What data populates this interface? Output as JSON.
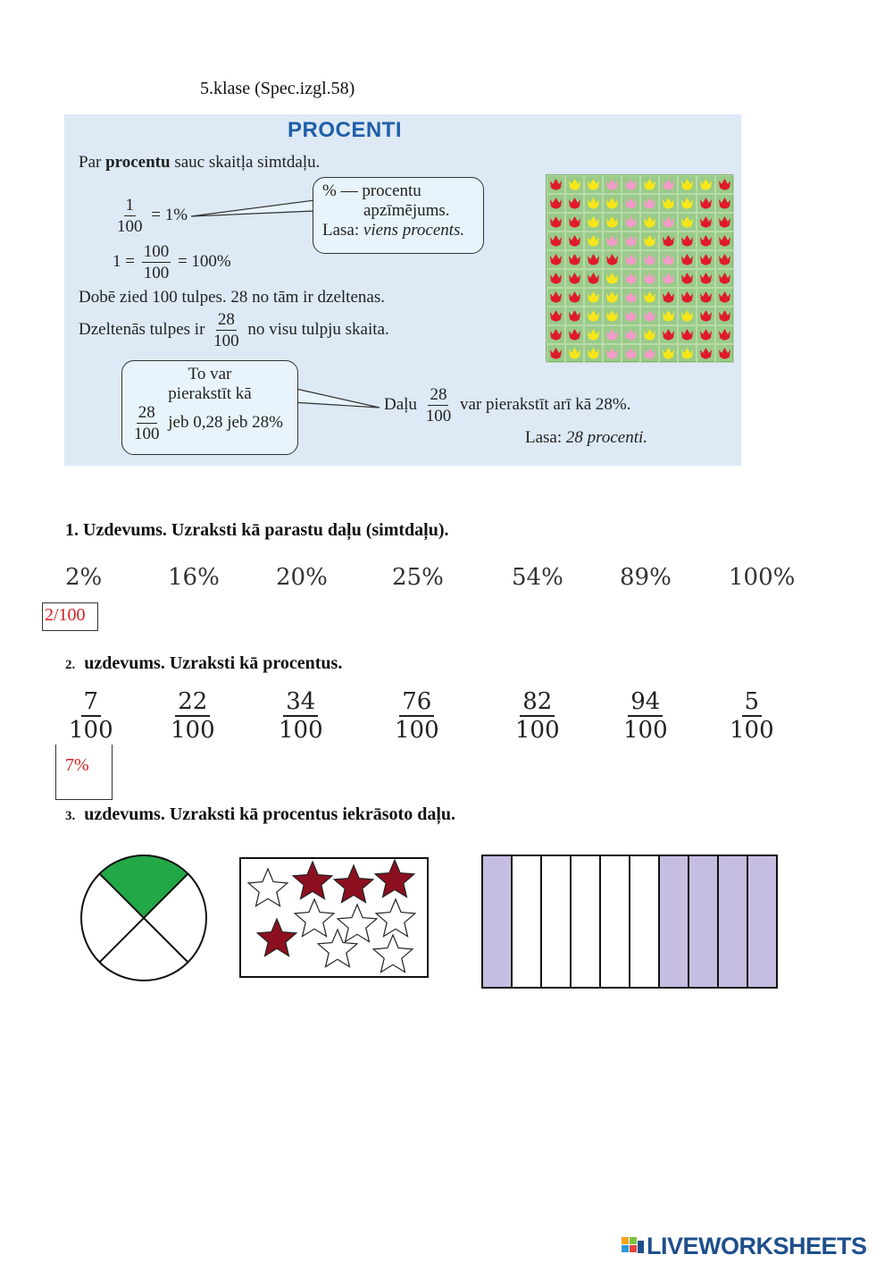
{
  "header": {
    "class_label": "5.klase (Spec.izgl.58)"
  },
  "theory": {
    "title": "PROCENTI",
    "def_pre": "Par ",
    "def_bold": "procentu",
    "def_post": " sauc skaitļa simtdaļu.",
    "eq1": {
      "num": "1",
      "den": "100",
      "rhs": "= 1%"
    },
    "eq2": {
      "lhs": "1 =",
      "num": "100",
      "den": "100",
      "rhs": "= 100%"
    },
    "bubble1": {
      "line1": "% — procentu",
      "line2": "apzīmējums.",
      "line3_pre": "Lasa: ",
      "line3_italic": "viens procents."
    },
    "sentence1": "Dobē zied 100 tulpes. 28 no tām ir dzeltenas.",
    "sentence2_pre": "Dzeltenās tulpes ir",
    "sentence2_num": "28",
    "sentence2_den": "100",
    "sentence2_post": "no visu tulpju skaita.",
    "bubble2": {
      "line1": "To var",
      "line2": "pierakstīt kā",
      "num": "28",
      "den": "100",
      "post": "jeb 0,28 jeb 28%"
    },
    "daļu_pre": "Daļu",
    "daļu_num": "28",
    "daļu_den": "100",
    "daļu_post": "var pierakstīt arī kā 28%.",
    "lasa_pre": "Lasa: ",
    "lasa_italic": "28 procenti."
  },
  "tulips": {
    "colors": {
      "R": "#e01a2b",
      "Y": "#f7e61a",
      "P": "#f29cc8"
    },
    "rows": [
      "RYYPPYPYYR",
      "RRYYPPYYRR",
      "RRYYPYPYRR",
      "RRYPPYRRRR",
      "RRRRPPPRRR",
      "RRRYPPPRRR",
      "RRYYPYRRRR",
      "RRYYPPYYRR",
      "RRYPPYRRRR",
      "RYYPPPYYRR"
    ]
  },
  "task1": {
    "heading": "1.  Uzdevums. Uzraksti kā parastu daļu (simtdaļu).",
    "items": [
      "2%",
      "16%",
      "20%",
      "25%",
      "54%",
      "89%",
      "100%"
    ],
    "answer": "2/100"
  },
  "task2": {
    "heading_num": "2.",
    "heading_text": "uzdevums. Uzraksti kā procentus.",
    "fractions": [
      {
        "num": "7",
        "den": "100"
      },
      {
        "num": "22",
        "den": "100"
      },
      {
        "num": "34",
        "den": "100"
      },
      {
        "num": "76",
        "den": "100"
      },
      {
        "num": "82",
        "den": "100"
      },
      {
        "num": "94",
        "den": "100"
      },
      {
        "num": "5",
        "den": "100"
      }
    ],
    "answer": "7%"
  },
  "task3": {
    "heading_num": "3.",
    "heading_text": "uzdevums. Uzraksti kā procentus iekrāsoto daļu.",
    "circle": {
      "parts": 4,
      "shaded": 1,
      "shade_color": "#23a847"
    },
    "stars": {
      "total": 10,
      "filled": 4,
      "fill_color": "#8c1020"
    },
    "strips": {
      "total": 10,
      "shaded": 5,
      "shade_color": "#c6bde2"
    }
  },
  "footer": {
    "logo_text": "LIVEWORKSHEETS"
  }
}
